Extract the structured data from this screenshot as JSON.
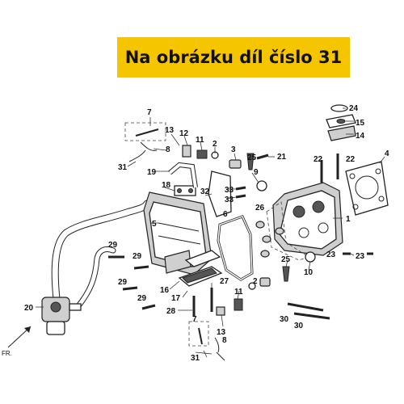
{
  "banner": {
    "text": "Na obrázku díl číslo 31"
  },
  "direction": "FR.",
  "labels": {
    "p1": "1",
    "p2a": "2",
    "p2b": "2",
    "p3": "3",
    "p4": "4",
    "p5": "5",
    "p6": "6",
    "p7a": "7",
    "p7b": "7",
    "p8a": "8",
    "p8b": "8",
    "p9": "9",
    "p10": "10",
    "p11a": "11",
    "p11b": "11",
    "p12": "12",
    "p13a": "13",
    "p13b": "13",
    "p14": "14",
    "p15": "15",
    "p16": "16",
    "p17": "17",
    "p18": "18",
    "p19": "19",
    "p20": "20",
    "p21": "21",
    "p22a": "22",
    "p22b": "22",
    "p23a": "23",
    "p23b": "23",
    "p24": "24",
    "p25a": "25",
    "p25b": "25",
    "p26": "26",
    "p27": "27",
    "p28": "28",
    "p29a": "29",
    "p29b": "29",
    "p29c": "29",
    "p29d": "29",
    "p30a": "30",
    "p30b": "30",
    "p31a": "31",
    "p31b": "31",
    "p32": "32",
    "p33a": "33",
    "p33b": "33"
  }
}
